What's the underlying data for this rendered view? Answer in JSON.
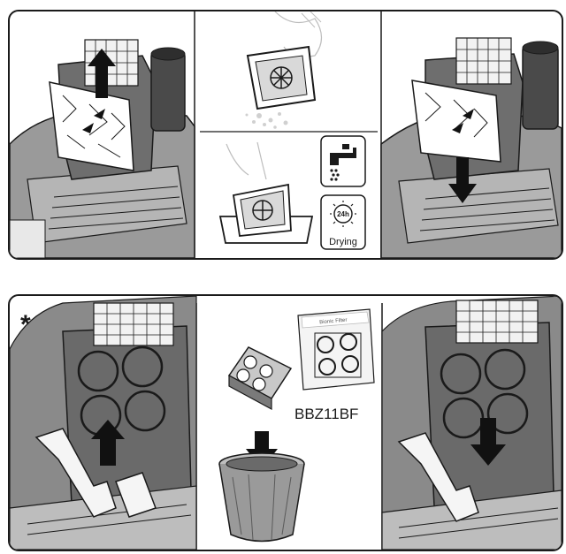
{
  "instructions": {
    "top": {
      "drying_label": "Drying",
      "timer_label": "24h"
    },
    "bottom": {
      "optional_marker": "*",
      "product_code": "BBZ11BF",
      "pack_brand": "Bionic Filter"
    }
  },
  "icons": {
    "tap": "water-tap-icon",
    "drying": "sun-clock-icon",
    "arrow_up": "arrow-up-icon",
    "arrow_down": "arrow-down-icon",
    "bin": "waste-bin-icon"
  },
  "colors": {
    "outline": "#1a1a1a",
    "arrow": "#111111",
    "machine_grey": "#8a8a8a",
    "light_grey": "#cfcfcf",
    "body_dark": "#5a5a5a"
  }
}
